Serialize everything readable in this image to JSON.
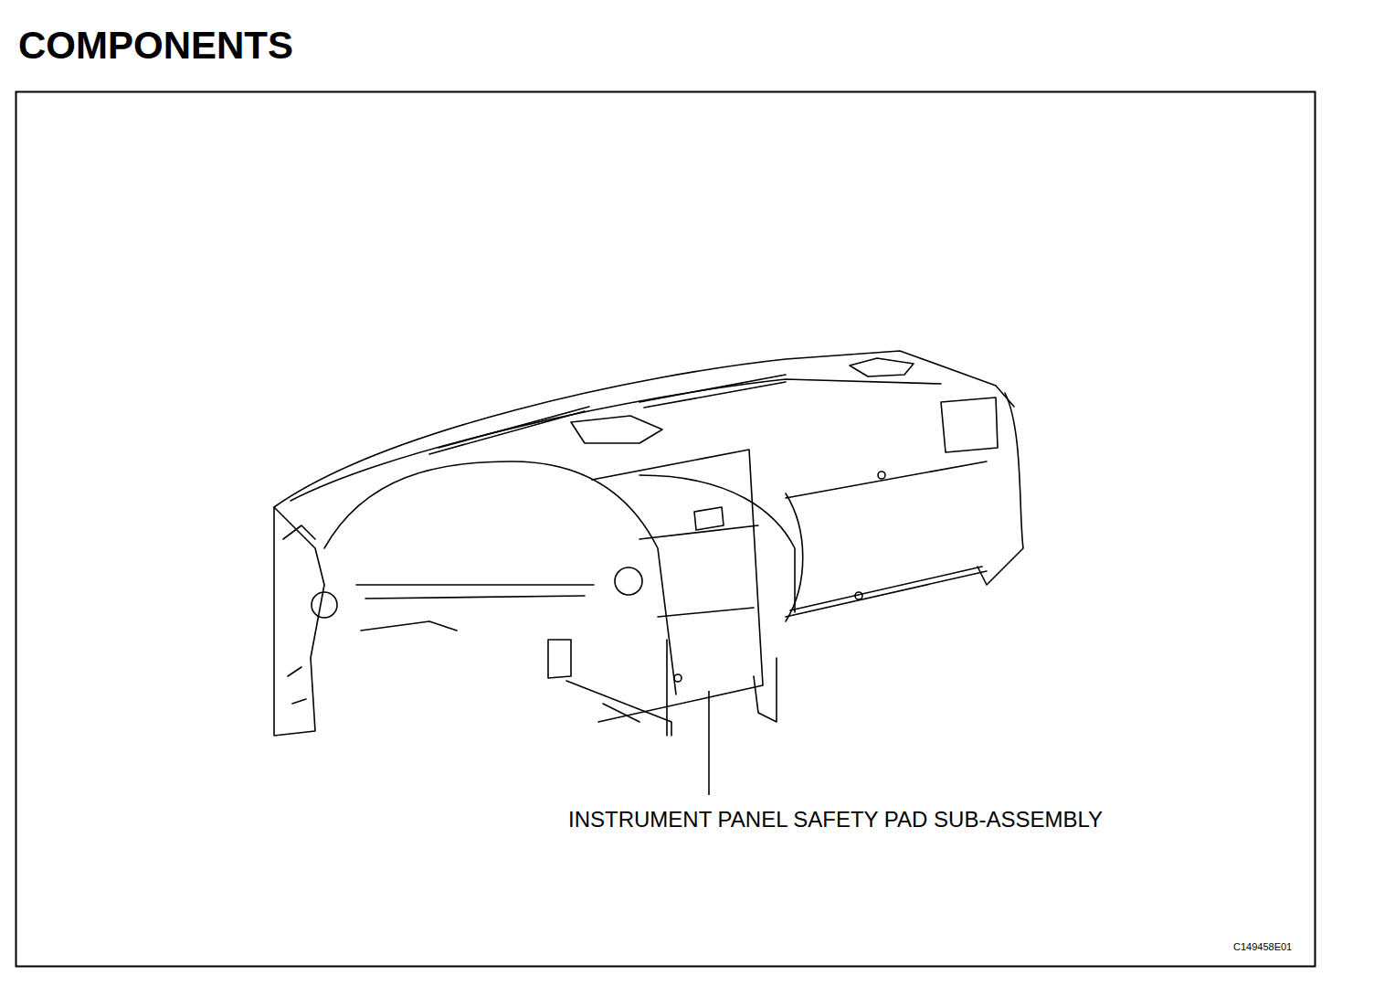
{
  "diagram": {
    "title": "COMPONENTS",
    "labels": [
      "INSTRUMENT PANEL SAFETY PAD SUB-ASSEMBLY",
      "C149458E01"
    ]
  }
}
